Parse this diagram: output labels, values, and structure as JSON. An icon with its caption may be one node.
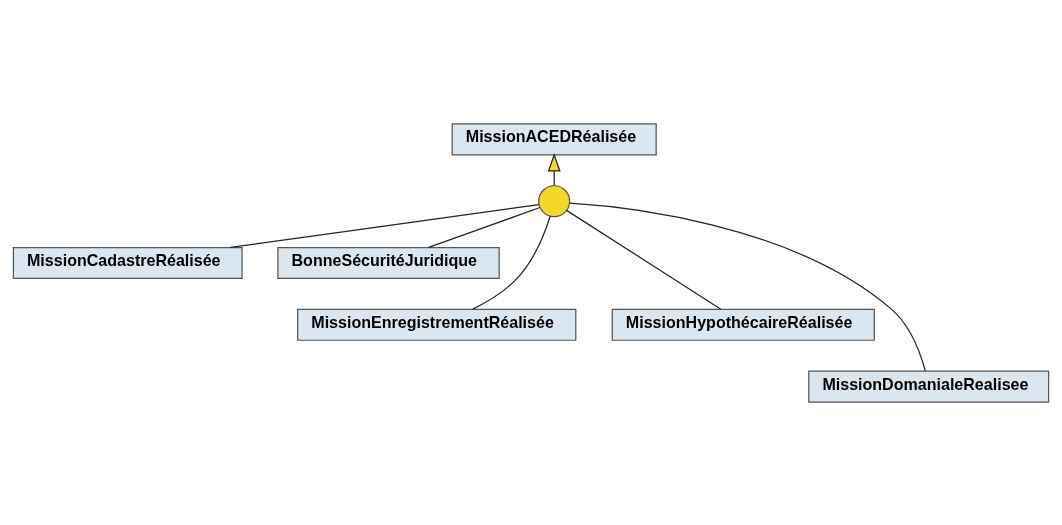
{
  "diagram": {
    "nodes": [
      {
        "text": [
          "MissionACEDRéalisée"
        ]
      },
      {
        "text": [],
        "shape": "circle"
      },
      {
        "text": [
          "MissionCadastreRéalisée"
        ]
      },
      {
        "text": [
          "BonneSécuritéJuridique"
        ]
      },
      {
        "text": [
          "MissionEnregistrementRéalisée"
        ]
      },
      {
        "text": [
          "MissionHypothécaireRéalisée"
        ]
      },
      {
        "text": [
          "MissionDomanialeRealisee"
        ]
      }
    ],
    "edges": [
      {
        "from": 1,
        "to": 0,
        "arrow": "to"
      },
      {
        "from": 2,
        "to": 1,
        "arrow": "none"
      },
      {
        "from": 4,
        "to": 1,
        "arrow": "none"
      },
      {
        "from": 6,
        "to": 1,
        "arrow": "none"
      },
      {
        "from": 5,
        "to": 1,
        "arrow": "none"
      },
      {
        "from": 3,
        "to": 1,
        "arrow": "none"
      }
    ]
  }
}
